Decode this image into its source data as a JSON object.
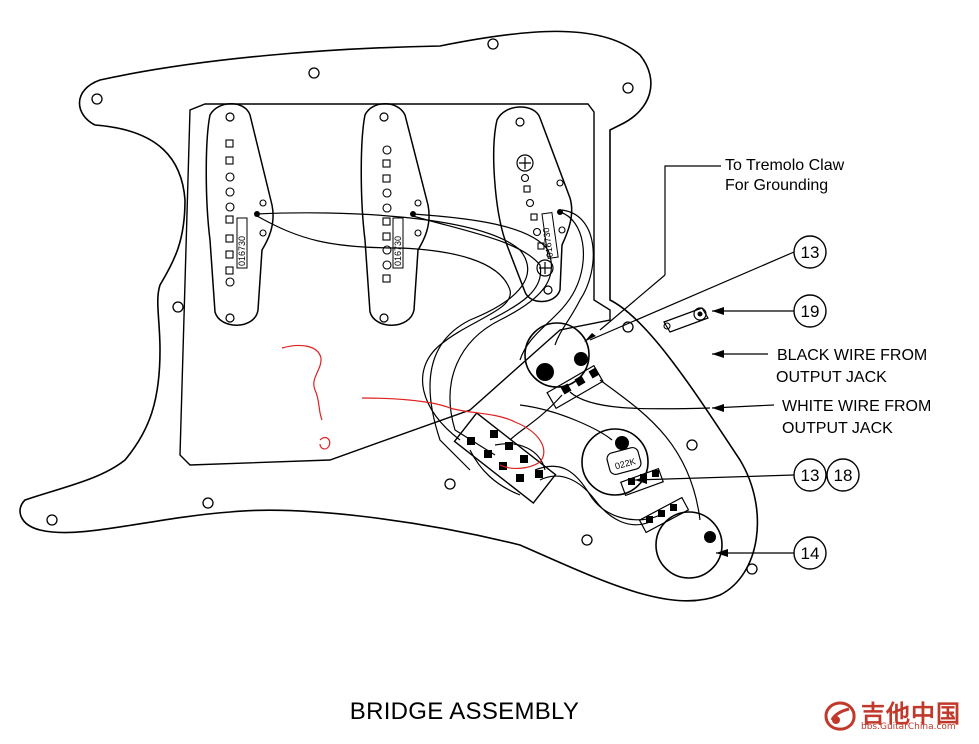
{
  "labels": {
    "tremolo_line1": "To Tremolo Claw",
    "tremolo_line2": "For Grounding",
    "black_wire_line1": "BLACK WIRE  FROM",
    "black_wire_line2": "OUTPUT JACK",
    "white_wire_line1": "WHITE WIRE FROM",
    "white_wire_line2": "OUTPUT JACK",
    "caption": "BRIDGE ASSEMBLY"
  },
  "callouts": [
    "13",
    "19",
    "13",
    "18",
    "14"
  ],
  "pickup_codes": [
    "016730",
    "016730",
    "016730"
  ],
  "capacitor_code": "022K",
  "watermark": {
    "title": "吉他中国",
    "sub": "bbs.GuitarChina.com"
  },
  "colors": {
    "line": "#000000",
    "annotation": "#e02020",
    "watermark": "#c0392b"
  }
}
